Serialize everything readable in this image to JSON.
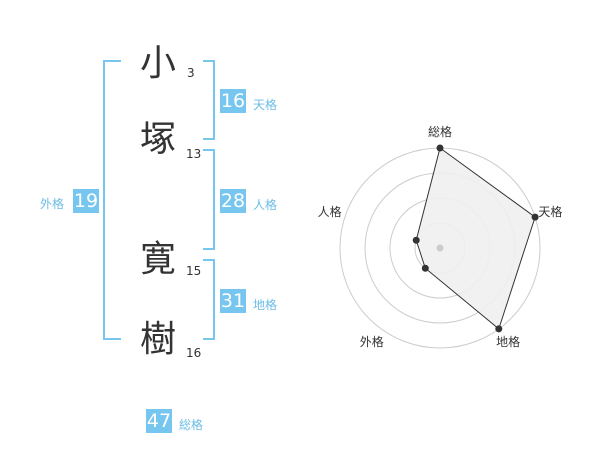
{
  "name": {
    "chars": [
      {
        "char": "小",
        "strokes": "3"
      },
      {
        "char": "塚",
        "strokes": "13"
      },
      {
        "char": "寛",
        "strokes": "15"
      },
      {
        "char": "樹",
        "strokes": "16"
      }
    ]
  },
  "kaku": {
    "ten": {
      "value": "16",
      "label": "天格"
    },
    "jin": {
      "value": "28",
      "label": "人格"
    },
    "chi": {
      "value": "31",
      "label": "地格"
    },
    "gai": {
      "value": "19",
      "label": "外格"
    },
    "sou": {
      "value": "47",
      "label": "総格"
    }
  },
  "chart_data": {
    "type": "radar",
    "axes": [
      "総格",
      "天格",
      "地格",
      "外格",
      "人格"
    ],
    "values": [
      4,
      4,
      4,
      1,
      1
    ],
    "max": 4,
    "rings": 4,
    "colors": {
      "line": "#333333",
      "fill": "#f0f0f0",
      "grid": "#cccccc",
      "center": "#cccccc"
    }
  }
}
